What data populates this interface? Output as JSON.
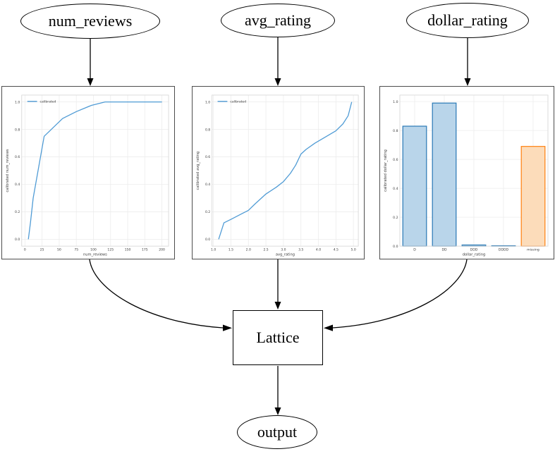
{
  "diagram": {
    "nodes": {
      "num_reviews": "num_reviews",
      "avg_rating": "avg_rating",
      "dollar_rating": "dollar_rating",
      "lattice": "Lattice",
      "output": "output"
    }
  },
  "colors": {
    "line_blue": "#4f9bd5",
    "bar_blue_fill": "#b9d5ea",
    "bar_blue_edge": "#2878b5",
    "bar_orange_fill": "#fcdcba",
    "bar_orange_edge": "#ff7f0e",
    "grid": "#ececec",
    "frame": "#d8d8d8",
    "panel_border": "#4d4d4d",
    "tick_text": "#3a3a3a",
    "edge_black": "#000000"
  },
  "chart_data": [
    {
      "type": "line",
      "title": "",
      "xlabel": "num_reviews",
      "ylabel": "calibrated num_reviews",
      "legend": [
        "calibrated"
      ],
      "legend_position": "upper left",
      "grid": true,
      "xlim": [
        -4.75,
        209.75
      ],
      "ylim": [
        -0.05,
        1.05
      ],
      "xticks": [
        0,
        25,
        50,
        75,
        100,
        125,
        150,
        175,
        200
      ],
      "xtick_labels": [
        "0",
        "25",
        "50",
        "75",
        "100",
        "125",
        "150",
        "175",
        "200"
      ],
      "yticks": [
        0.0,
        0.2,
        0.4,
        0.6,
        0.8,
        1.0
      ],
      "ytick_labels": [
        "0.0",
        "0.2",
        "0.4",
        "0.6",
        "0.8",
        "1.0"
      ],
      "series": [
        {
          "name": "calibrated",
          "x": [
            5,
            8,
            12,
            28,
            55,
            75,
            97,
            117,
            200
          ],
          "y": [
            0.0,
            0.12,
            0.3,
            0.75,
            0.88,
            0.93,
            0.975,
            1.0,
            1.0
          ]
        }
      ]
    },
    {
      "type": "line",
      "title": "",
      "xlabel": "avg_rating",
      "ylabel": "calibrated avg_rating",
      "legend": [
        "calibrated"
      ],
      "legend_position": "upper left",
      "grid": true,
      "xlim": [
        0.96,
        5.14
      ],
      "ylim": [
        -0.05,
        1.05
      ],
      "xticks": [
        1.0,
        1.5,
        2.0,
        2.5,
        3.0,
        3.5,
        4.0,
        4.5,
        5.0
      ],
      "xtick_labels": [
        "1.0",
        "1.5",
        "2.0",
        "2.5",
        "3.0",
        "3.5",
        "4.0",
        "4.5",
        "5.0"
      ],
      "yticks": [
        0.0,
        0.2,
        0.4,
        0.6,
        0.8,
        1.0
      ],
      "ytick_labels": [
        "0.0",
        "0.2",
        "0.4",
        "0.6",
        "0.8",
        "1.0"
      ],
      "series": [
        {
          "name": "calibrated",
          "x": [
            1.15,
            1.3,
            1.5,
            1.8,
            2.0,
            2.2,
            2.5,
            2.8,
            3.0,
            3.2,
            3.35,
            3.5,
            3.65,
            3.9,
            4.2,
            4.5,
            4.7,
            4.85,
            4.95
          ],
          "y": [
            0.0,
            0.12,
            0.145,
            0.185,
            0.21,
            0.26,
            0.33,
            0.38,
            0.42,
            0.48,
            0.54,
            0.62,
            0.655,
            0.7,
            0.745,
            0.79,
            0.84,
            0.9,
            1.0
          ]
        }
      ]
    },
    {
      "type": "bar",
      "title": "",
      "xlabel": "dollar_rating",
      "ylabel": "calibrated dollar_rating",
      "grid": true,
      "categories": [
        "D",
        "DD",
        "DDD",
        "DDDD",
        "missing"
      ],
      "values": [
        0.83,
        0.99,
        0.008,
        0.003,
        0.69
      ],
      "bar_colors": [
        "blue",
        "blue",
        "blue",
        "blue",
        "orange"
      ],
      "ylim": [
        0,
        1.045
      ],
      "yticks": [
        0.0,
        0.2,
        0.4,
        0.6,
        0.8,
        1.0
      ],
      "ytick_labels": [
        "0.0",
        "0.2",
        "0.4",
        "0.6",
        "0.8",
        "1.0"
      ]
    }
  ]
}
